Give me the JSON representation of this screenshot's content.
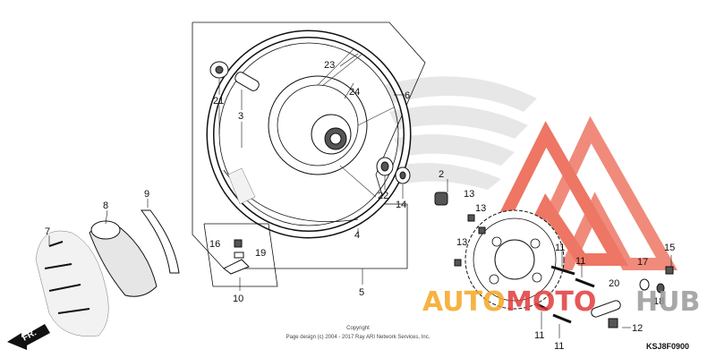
{
  "diagram": {
    "callouts": {
      "c2": "2",
      "c3": "3",
      "c4": "4",
      "c5": "5",
      "c6": "6",
      "c7": "7",
      "c8": "8",
      "c9": "9",
      "c10": "10",
      "c11a": "11",
      "c11b": "11",
      "c11c": "11",
      "c11d": "11",
      "c12": "12",
      "c13a": "13",
      "c13b": "13",
      "c13c": "13",
      "c14": "14",
      "c15": "15",
      "c16": "16",
      "c17": "17",
      "c18": "18",
      "c19": "19",
      "c20": "20",
      "c21": "21",
      "c22": "22",
      "c23": "23",
      "c24": "24"
    },
    "copyright_line1": "Copyright",
    "copyright_line2": "Page design (c) 2004 - 2017 Ray ARI Network Services, Inc.",
    "diagram_code": "KSJ8F0900",
    "direction_label": "FR."
  },
  "watermark": {
    "text_orange": "AUTO",
    "text_red": "MOTO",
    "text_gray": "HUB",
    "colors": {
      "orange": "#f5a623",
      "red": "#e23b3b",
      "gray": "#9a9a9a"
    }
  }
}
